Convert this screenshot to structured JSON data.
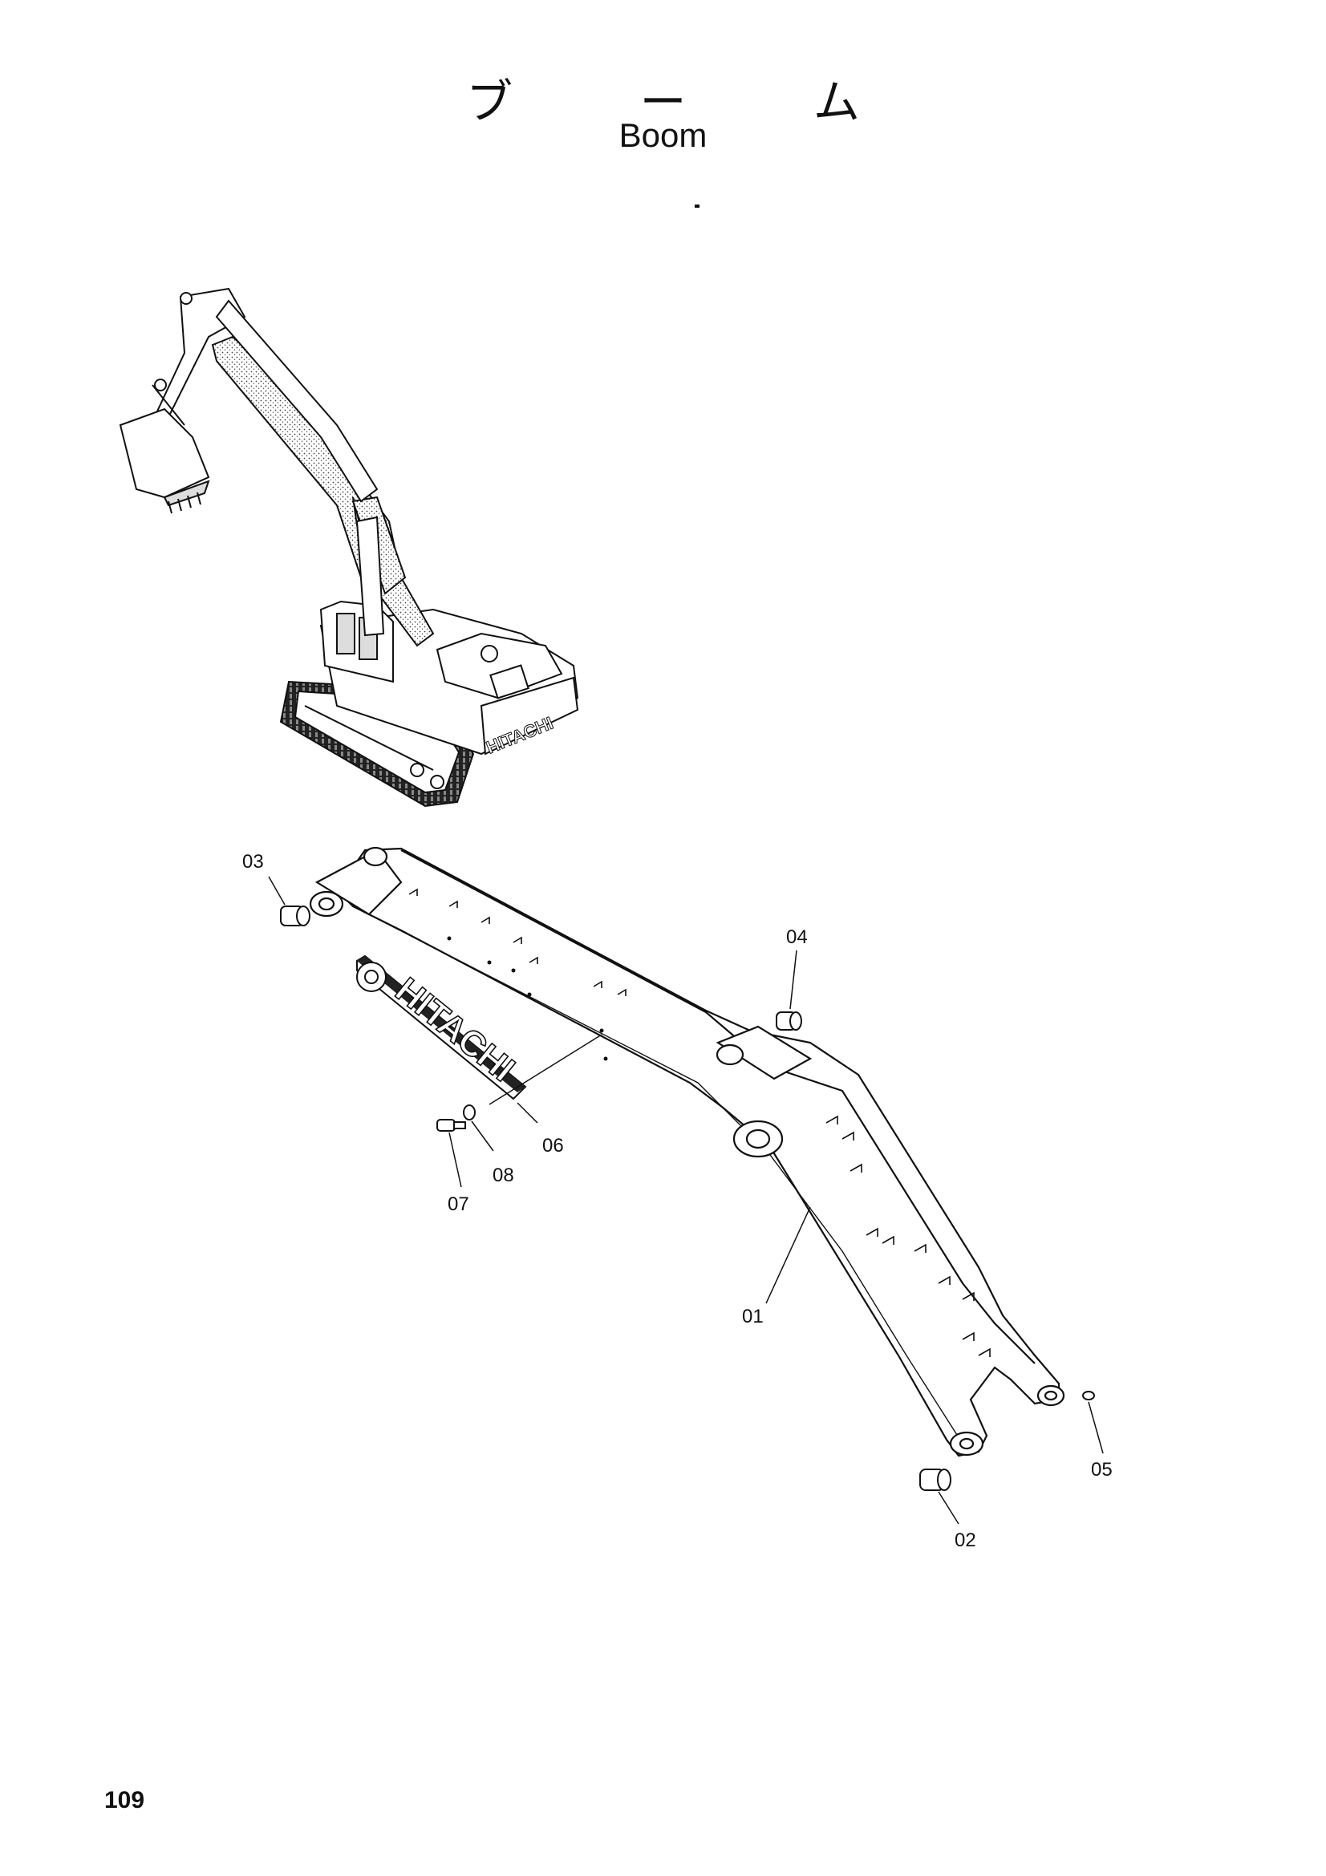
{
  "header": {
    "title_jp": "ブ ー ム",
    "title_en": "Boom"
  },
  "footer": {
    "page_number": "109"
  },
  "diagram": {
    "brand_plate_text": "HITACHI",
    "machine_brand_text": "HITACHI",
    "callouts": [
      {
        "id": "01",
        "label": "01"
      },
      {
        "id": "02",
        "label": "02"
      },
      {
        "id": "03",
        "label": "03"
      },
      {
        "id": "04",
        "label": "04"
      },
      {
        "id": "05",
        "label": "05"
      },
      {
        "id": "06",
        "label": "06"
      },
      {
        "id": "07",
        "label": "07"
      },
      {
        "id": "08",
        "label": "08"
      }
    ]
  }
}
